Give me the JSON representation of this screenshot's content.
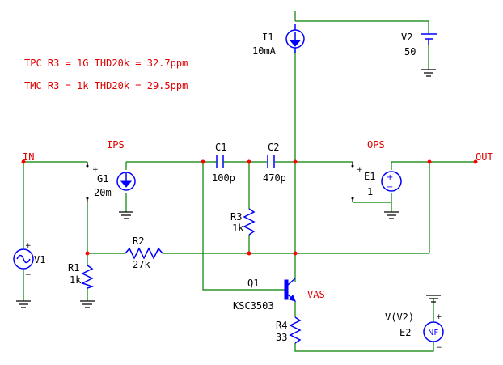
{
  "annotations": {
    "tpc": "TPC  R3 = 1G  THD20k = 32.7ppm",
    "tmc": "TMC  R3 = 1k  THD20k = 29.5ppm"
  },
  "nets": {
    "in": "IN",
    "out": "OUT"
  },
  "stages": {
    "ips": "IPS",
    "ops": "OPS",
    "vas": "VAS"
  },
  "components": {
    "i1": {
      "name": "I1",
      "value": "10mA"
    },
    "v2": {
      "name": "V2",
      "value": "50"
    },
    "g1": {
      "name": "G1",
      "value": "20m"
    },
    "c1": {
      "name": "C1",
      "value": "100p"
    },
    "c2": {
      "name": "C2",
      "value": "470p"
    },
    "e1": {
      "name": "E1",
      "value": "1"
    },
    "r3": {
      "name": "R3",
      "value": "1k"
    },
    "r2": {
      "name": "R2",
      "value": "27k"
    },
    "r1": {
      "name": "R1",
      "value": "1k"
    },
    "v1": {
      "name": "V1"
    },
    "q1": {
      "name": "Q1",
      "value": "KSC3503"
    },
    "r4": {
      "name": "R4",
      "value": "33"
    },
    "e2": {
      "name": "E2",
      "value": "V(V2)",
      "symbol": "NF"
    }
  },
  "colors": {
    "wire": "#008000",
    "component": "#0000ff",
    "node": "#ff0000",
    "label": "#e00000"
  }
}
